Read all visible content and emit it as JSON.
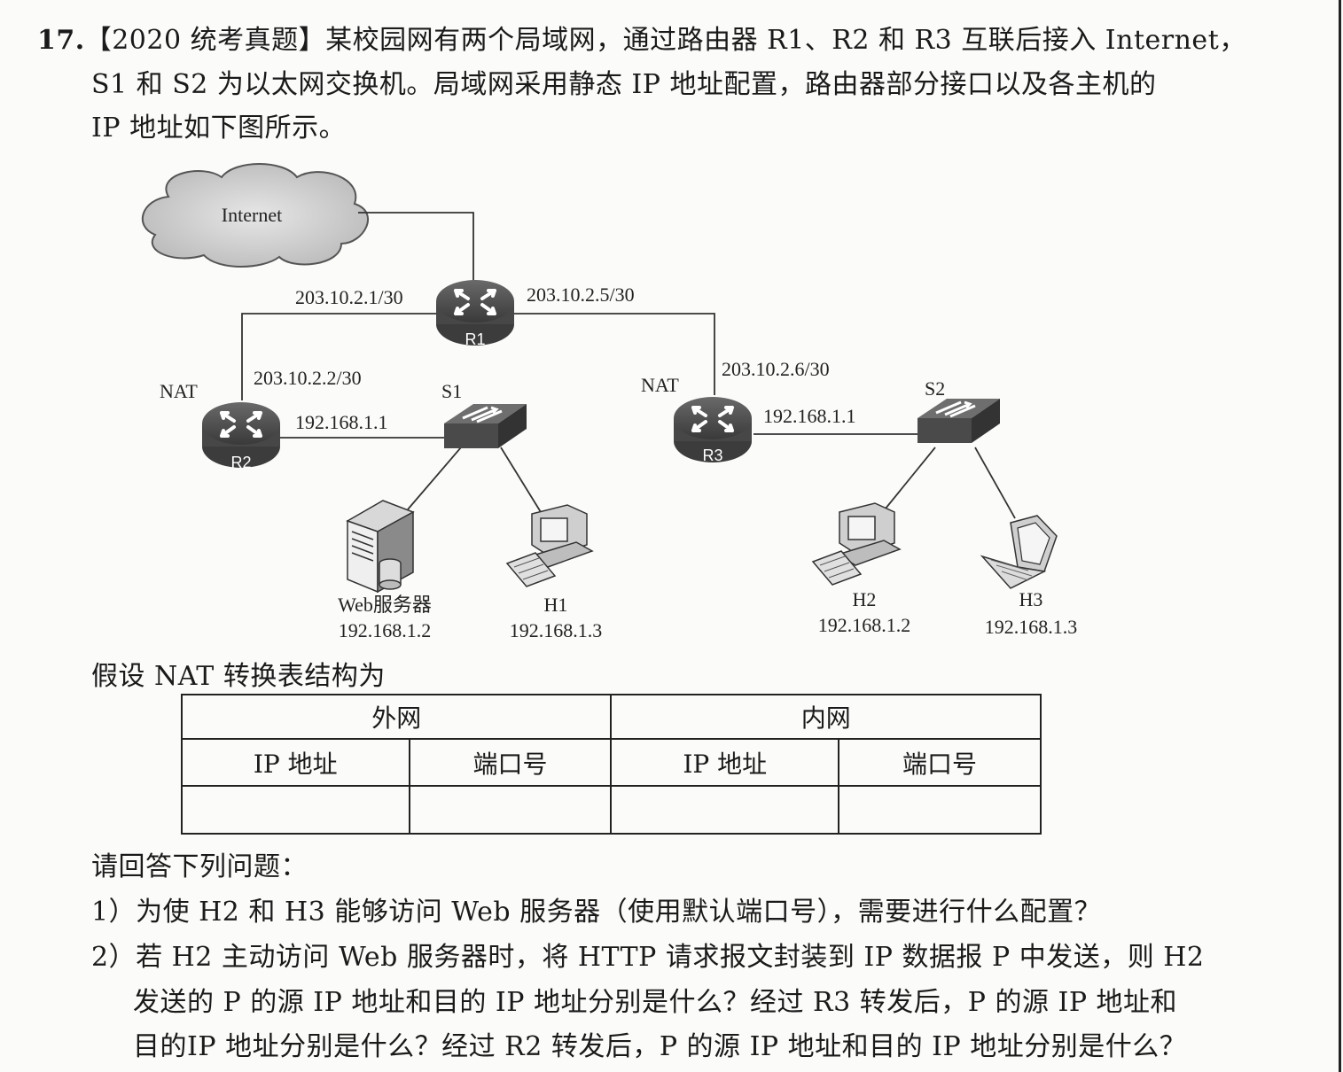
{
  "question": {
    "number": "17.",
    "line1": "【2020 统考真题】某校园网有两个局域网，通过路由器 R1、R2 和 R3 互联后接入 Internet，",
    "line2": "S1 和 S2 为以太网交换机。局域网采用静态 IP 地址配置，路由器部分接口以及各主机的",
    "line3": "IP 地址如下图所示。"
  },
  "diagram": {
    "internet": "Internet",
    "r1": {
      "name": "R1",
      "left_ip": "203.10.2.1/30",
      "right_ip": "203.10.2.5/30"
    },
    "r2": {
      "name": "R2",
      "nat": "NAT",
      "wan_ip": "203.10.2.2/30",
      "lan_ip": "192.168.1.1"
    },
    "r3": {
      "name": "R3",
      "nat": "NAT",
      "wan_ip": "203.10.2.6/30",
      "lan_ip": "192.168.1.1"
    },
    "s1": "S1",
    "s2": "S2",
    "web": {
      "name": "Web服务器",
      "ip": "192.168.1.2"
    },
    "h1": {
      "name": "H1",
      "ip": "192.168.1.3"
    },
    "h2": {
      "name": "H2",
      "ip": "192.168.1.2"
    },
    "h3": {
      "name": "H3",
      "ip": "192.168.1.3"
    }
  },
  "nat_intro": "假设 NAT 转换表结构为",
  "nat_table": {
    "outer": "外网",
    "inner": "内网",
    "ip_header": "IP 地址",
    "port_header": "端口号"
  },
  "answer_prompt": "请回答下列问题：",
  "q1": "1）为使 H2 和 H3 能够访问 Web 服务器（使用默认端口号），需要进行什么配置？",
  "q2_line1": "2）若 H2 主动访问 Web 服务器时，将 HTTP 请求报文封装到 IP 数据报 P 中发送，则 H2",
  "q2_line2": "发送的 P 的源 IP 地址和目的 IP 地址分别是什么？经过 R3 转发后，P 的源 IP 地址和",
  "q2_line3": "目的IP 地址分别是什么？经过 R2 转发后，P 的源 IP 地址和目的 IP 地址分别是什么？"
}
